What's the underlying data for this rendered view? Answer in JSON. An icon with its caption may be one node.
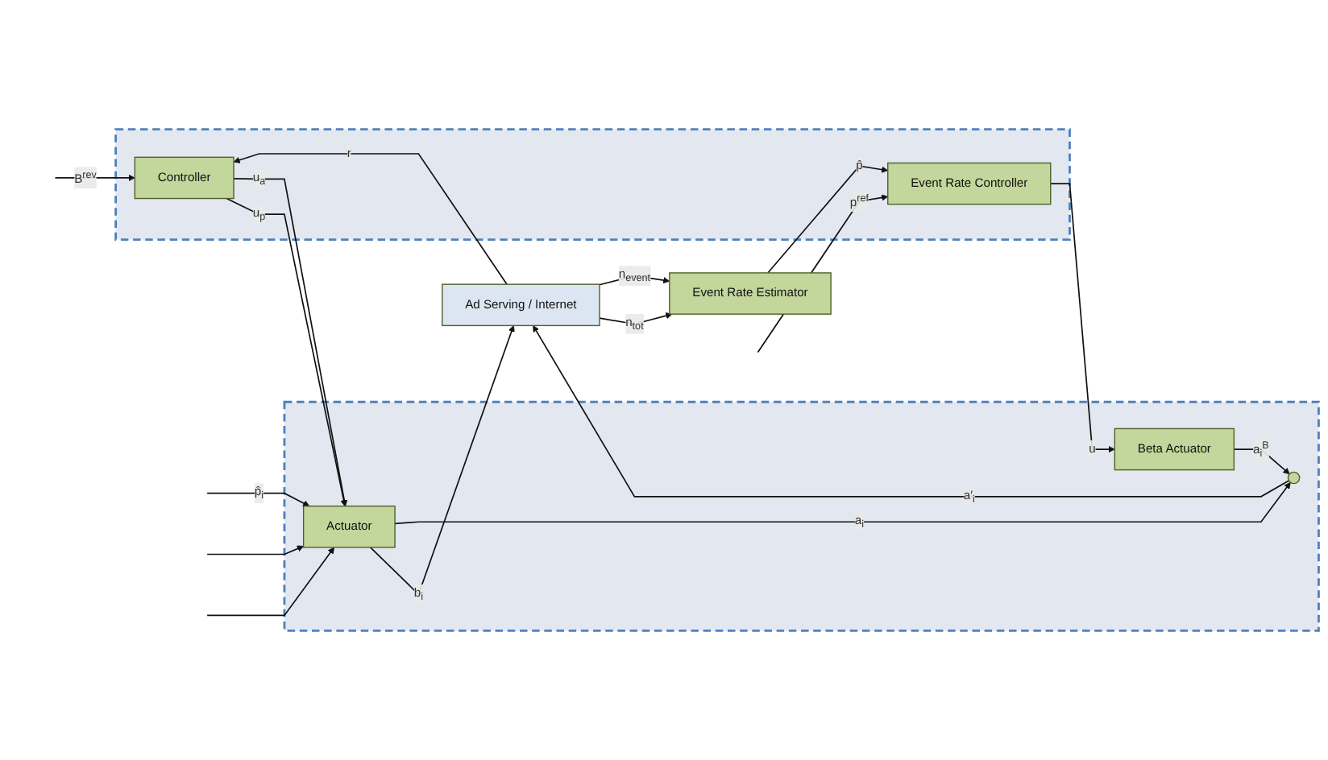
{
  "diagram": {
    "nodes": [
      {
        "text": [],
        "shape": "box"
      },
      {
        "text": [
          "Controller"
        ],
        "in": 0
      },
      {
        "text": [
          "Event Rate Controller"
        ],
        "in": 0
      },
      {
        "text": [],
        "shape": "box"
      },
      {
        "text": [
          "Actuator"
        ],
        "in": 3
      },
      {
        "text": [
          "Beta Actuator"
        ],
        "in": 3
      },
      {
        "text": [],
        "shape": "circle",
        "in": 3
      },
      {
        "text": [
          "Ad Serving / Internet"
        ]
      },
      {
        "text": [
          "Event Rate Estimator"
        ]
      }
    ],
    "edges": [
      {
        "from": null,
        "to": 1,
        "arrow": "to",
        "label": "B$^{rev}$"
      },
      {
        "from": null,
        "to": 2,
        "arrow": "to",
        "label": "p$^{ref}$"
      },
      {
        "from": 7,
        "to": 1,
        "arrow": "to",
        "label": "r"
      },
      {
        "from": 1,
        "to": 4,
        "arrow": "to",
        "label": "u$_{p}$"
      },
      {
        "from": 1,
        "to": 4,
        "arrow": "to",
        "label": "u$_{a}$"
      },
      {
        "from": 2,
        "to": 5,
        "arrow": "to",
        "label": "u"
      },
      {
        "from": null,
        "to": 4,
        "arrow": "to",
        "label": "p̂$_{i}$"
      },
      {
        "from": null,
        "to": 4,
        "arrow": "to"
      },
      {
        "from": null,
        "to": 4,
        "arrow": "to"
      },
      {
        "from": 4,
        "to": 7,
        "arrow": "to",
        "label": "b$_{i}$"
      },
      {
        "from": 4,
        "to": 6,
        "arrow": "to",
        "label": "a$_{i}$"
      },
      {
        "from": 5,
        "to": 6,
        "arrow": "to",
        "label": "a$_{i}$$^{B}$"
      },
      {
        "from": 6,
        "to": 7,
        "arrow": "to",
        "label": "a′$_{i}$"
      },
      {
        "from": 7,
        "to": 8,
        "arrow": "to",
        "label": "n$_{tot}$"
      },
      {
        "from": 7,
        "to": 8,
        "arrow": "to",
        "label": "n$_{event}$"
      },
      {
        "from": 8,
        "to": 2,
        "arrow": "to",
        "label": "p̂"
      }
    ]
  }
}
